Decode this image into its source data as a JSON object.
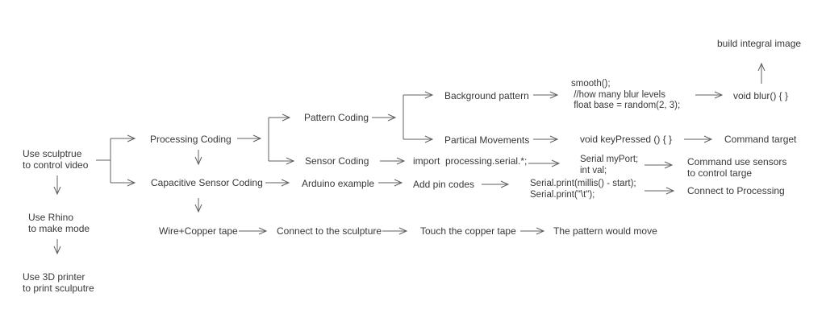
{
  "diagram": {
    "title": "sculpture interaction flowchart",
    "colors": {
      "text": "#383838",
      "line": "#606060",
      "background": "#ffffff"
    },
    "nodes": {
      "use_sculpture": "Use sculptrue\nto control video",
      "use_rhino": "Use Rhino\nto make mode",
      "use_3d_printer": "Use 3D printer\nto print sculputre",
      "processing_coding": "Processing Coding",
      "capacitive_sensor_coding": "Capacitive Sensor Coding",
      "wire_copper_tape": "Wire+Copper tape",
      "pattern_coding": "Pattern Coding",
      "sensor_coding": "Sensor Coding",
      "arduino_example": "Arduino example",
      "connect_to_sculpture": "Connect to the sculpture",
      "background_pattern": "Background pattern",
      "partical_movements": "Partical Movements",
      "import_serial": "import  processing.serial.*;",
      "add_pin_codes": "Add pin codes",
      "touch_copper_tape": "Touch the copper tape",
      "smooth_block": "smooth();\n //how many blur levels\n float base = random(2, 3);",
      "void_keypressed": "void keyPressed () { }",
      "serial_myport": "Serial myPort;\nint val;",
      "serial_print": "Serial.print(millis() - start);\nSerial.print(\"\\t\");",
      "pattern_would_move": "The pattern would move",
      "void_blur": "void blur() { }",
      "build_integral_image": "build integral image",
      "command_target": "Command target",
      "command_use_sensors": "Command use sensors\nto control targe",
      "connect_to_processing": "Connect to Processing"
    },
    "edges": [
      {
        "from": "use_sculpture",
        "to": "processing_coding"
      },
      {
        "from": "use_sculpture",
        "to": "capacitive_sensor_coding"
      },
      {
        "from": "use_sculpture",
        "to": "use_rhino"
      },
      {
        "from": "use_rhino",
        "to": "use_3d_printer"
      },
      {
        "from": "processing_coding",
        "to": "pattern_coding"
      },
      {
        "from": "processing_coding",
        "to": "sensor_coding"
      },
      {
        "from": "processing_coding",
        "to": "capacitive_sensor_coding"
      },
      {
        "from": "pattern_coding",
        "to": "background_pattern"
      },
      {
        "from": "pattern_coding",
        "to": "partical_movements"
      },
      {
        "from": "background_pattern",
        "to": "smooth_block"
      },
      {
        "from": "smooth_block",
        "to": "void_blur"
      },
      {
        "from": "void_blur",
        "to": "build_integral_image"
      },
      {
        "from": "partical_movements",
        "to": "void_keypressed"
      },
      {
        "from": "void_keypressed",
        "to": "command_target"
      },
      {
        "from": "sensor_coding",
        "to": "import_serial"
      },
      {
        "from": "import_serial",
        "to": "serial_myport"
      },
      {
        "from": "serial_myport",
        "to": "command_use_sensors"
      },
      {
        "from": "capacitive_sensor_coding",
        "to": "arduino_example"
      },
      {
        "from": "arduino_example",
        "to": "add_pin_codes"
      },
      {
        "from": "add_pin_codes",
        "to": "serial_print"
      },
      {
        "from": "serial_print",
        "to": "connect_to_processing"
      },
      {
        "from": "capacitive_sensor_coding",
        "to": "wire_copper_tape"
      },
      {
        "from": "wire_copper_tape",
        "to": "connect_to_sculpture"
      },
      {
        "from": "connect_to_sculpture",
        "to": "touch_copper_tape"
      },
      {
        "from": "touch_copper_tape",
        "to": "pattern_would_move"
      }
    ]
  }
}
